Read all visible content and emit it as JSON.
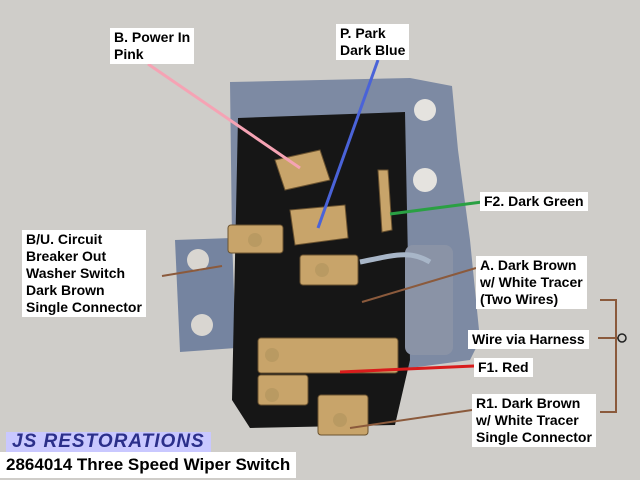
{
  "labels": {
    "power_in": "B. Power In\nPink",
    "park": "P. Park\nDark Blue",
    "f2": "F2. Dark Green",
    "bu": "B/U. Circuit\nBreaker Out\nWasher Switch\nDark Brown\nSingle Connector",
    "a": "A. Dark Brown\nw/ White Tracer\n(Two Wires)",
    "harness": "Wire via Harness",
    "f1": "F1. Red",
    "r1": "R1. Dark Brown\nw/ White Tracer\nSingle Connector"
  },
  "logo_text": "JS RESTORATIONS",
  "caption": "2864014 Three Speed Wiper Switch",
  "colors": {
    "pink": "#f5a3b4",
    "blue": "#4a63d8",
    "green": "#2aa043",
    "brown": "#8b5a3c",
    "red": "#d91c1c"
  }
}
